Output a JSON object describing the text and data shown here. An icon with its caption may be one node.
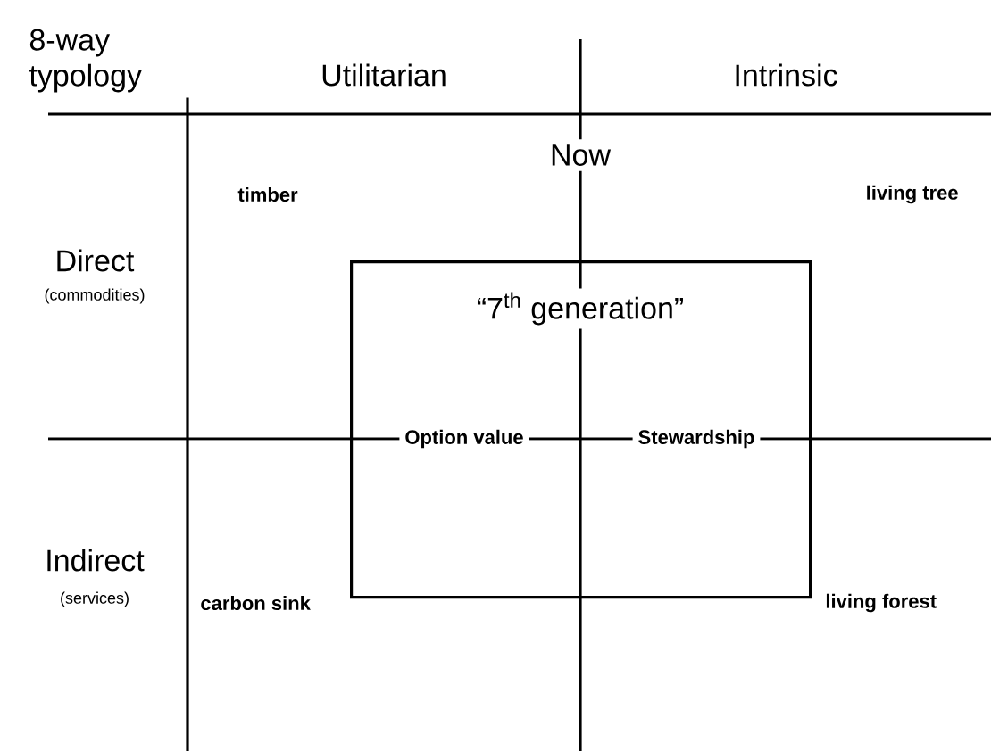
{
  "diagram": {
    "nodes": [
      {
        "text": [
          "“7$^{th}$ generation”"
        ]
      }
    ],
    "edges": [],
    "labels": [
      "8-way typology",
      "Utilitarian",
      "Intrinsic",
      "Now",
      "timber",
      "living tree",
      "Direct",
      "(commodities)",
      "Option value",
      "Stewardship",
      "Indirect",
      "(services)",
      "carbon sink",
      "living forest"
    ]
  }
}
